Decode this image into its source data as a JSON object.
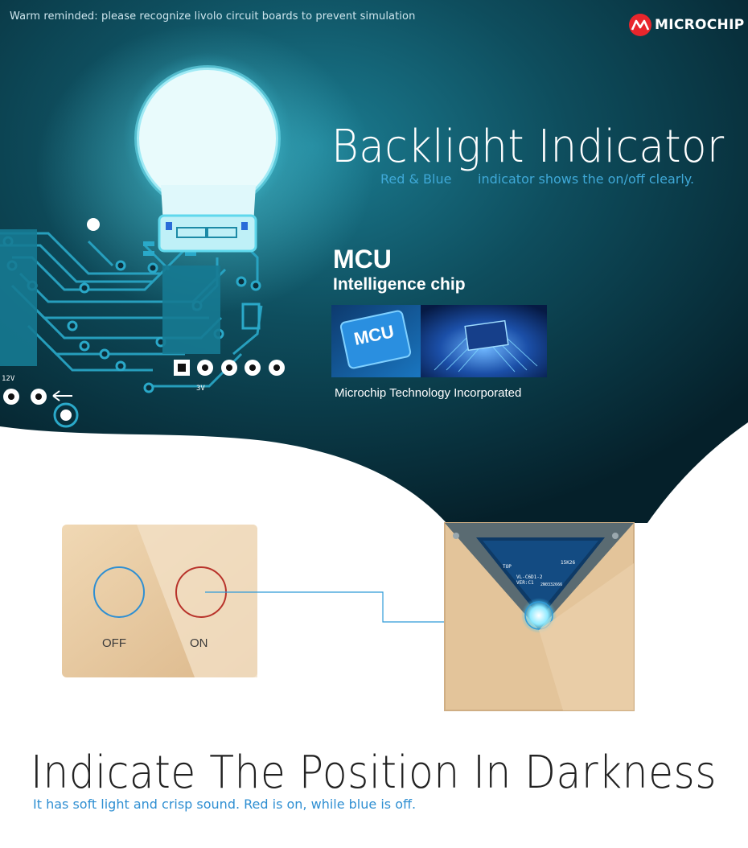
{
  "banner": {
    "warning": "Warm reminded: please recognize livolo circuit boards to prevent simulation",
    "brand_name": "MICROCHIP"
  },
  "backlight": {
    "title": "Backlight Indicator",
    "subtitle_part1": "Red & Blue",
    "subtitle_part2": "indicator shows the on/off clearly."
  },
  "mcu": {
    "title": "MCU",
    "subtitle": "Intelligence chip",
    "chip_label": "MCU",
    "credit": "Microchip Technology Incorporated"
  },
  "pcb": {
    "label_left": "12V",
    "label_center": "3V"
  },
  "panel_closeup": {
    "label_top": "TOP",
    "label_model": "VL-C6D1-2",
    "label_ver": "VER:C1",
    "label_code": "15K26",
    "label_serial": "2N0332666"
  },
  "switch_panel": {
    "off_label": "OFF",
    "on_label": "ON"
  },
  "bottom": {
    "title": "Indicate The Position In Darkness",
    "subtitle": "It has soft light and crisp sound.  Red is on, while blue is off."
  },
  "colors": {
    "bg_dark": "#06242e",
    "bg_teal": "#0f5464",
    "glow_cyan": "#7fe6f5",
    "gold_panel": "#e8c9a0",
    "indicator_blue": "#2f8fd2",
    "indicator_red": "#c0392b",
    "brand_red": "#e8262c"
  }
}
